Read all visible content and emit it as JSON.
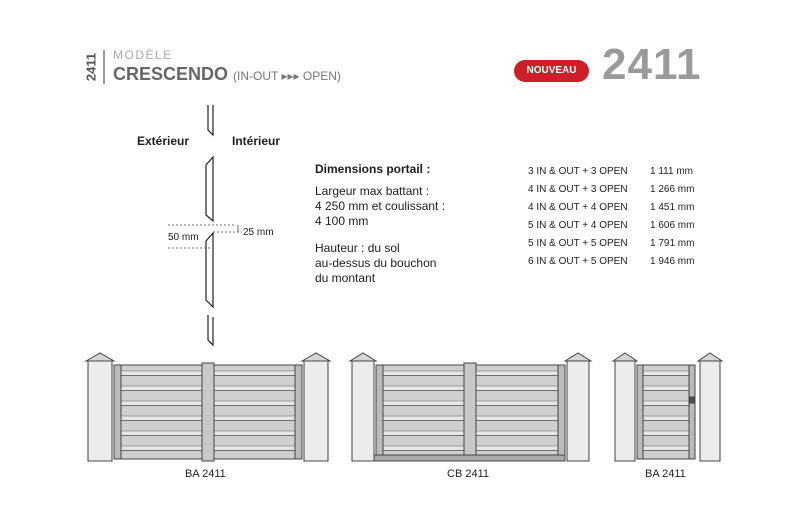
{
  "header": {
    "side_code": "2411",
    "modele_label": "MODÈLE",
    "model_name": "CRESCENDO",
    "model_variant": "(IN-OUT ▸▸▸ OPEN)",
    "badge": "NOUVEAU",
    "model_number": "2411"
  },
  "profile": {
    "exterior_label": "Extérieur",
    "interior_label": "Intérieur",
    "dim_50": "50 mm",
    "dim_25": "25 mm"
  },
  "dimensions": {
    "title": "Dimensions portail :",
    "width_text": "Largeur max battant :\n4 250 mm et coulissant :\n4 100 mm",
    "height_text": "Hauteur : du sol\nau-dessus du bouchon\ndu montant"
  },
  "sizes": [
    {
      "config": "3 IN & OUT + 3 OPEN",
      "height": "1 111 mm"
    },
    {
      "config": "4 IN & OUT + 3 OPEN",
      "height": "1 266 mm"
    },
    {
      "config": "4 IN & OUT + 4 OPEN",
      "height": "1 451 mm"
    },
    {
      "config": "5 IN & OUT + 4 OPEN",
      "height": "1 606 mm"
    },
    {
      "config": "5 IN & OUT + 5 OPEN",
      "height": "1 791 mm"
    },
    {
      "config": "6 IN & OUT + 5 OPEN",
      "height": "1 946 mm"
    }
  ],
  "gates": [
    {
      "caption": "BA 2411"
    },
    {
      "caption": "CB 2411"
    },
    {
      "caption": "BA 2411"
    }
  ],
  "colors": {
    "badge": "#cc1f2a",
    "number": "#9a9a9a",
    "slat": "#d8d8d8",
    "outline": "#444444"
  }
}
